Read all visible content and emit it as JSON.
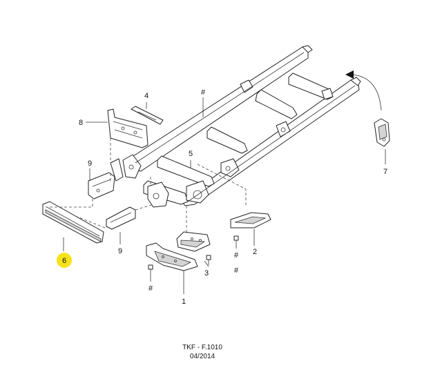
{
  "callouts": {
    "c1": "1",
    "c2": "2",
    "c3": "3",
    "c4": "4",
    "c5": "5",
    "c6": "6",
    "c7": "7",
    "c8": "8",
    "c9a": "9",
    "c9b": "9",
    "hash_frame": "#",
    "hash_c1": "#",
    "hash_c3": "#",
    "hash_c2": "#"
  },
  "highlight": {
    "callout": "6",
    "color": "#f7e21b"
  },
  "footer": {
    "code": "TKF - F.1010",
    "date": "04/2014"
  },
  "colors": {
    "line": "#222222",
    "shade": "#d4d4d4",
    "background": "#ffffff"
  }
}
